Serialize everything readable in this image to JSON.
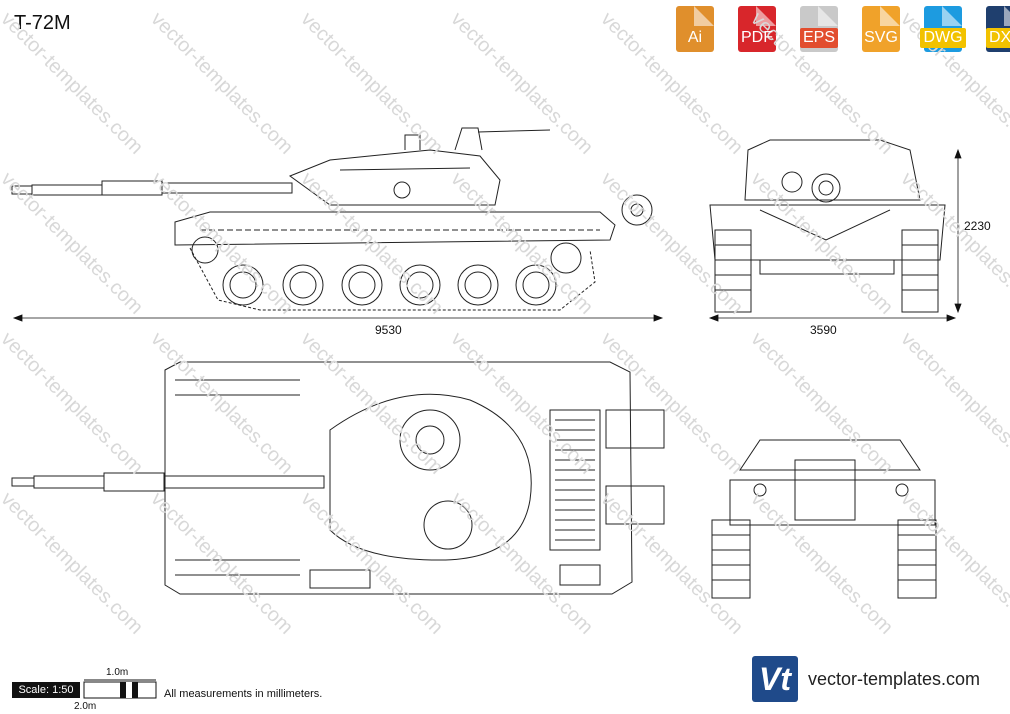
{
  "title": "T-72M",
  "formats": [
    {
      "label": "Ai",
      "color": "#e08f2c"
    },
    {
      "label": "PDF",
      "color": "#d8262b"
    },
    {
      "label": "EPS",
      "color": "#c9c9c9"
    },
    {
      "label": "SVG",
      "color": "#f0a22a"
    },
    {
      "label": "DWG",
      "color": "#1d9be0"
    },
    {
      "label": "DXF",
      "color": "#1f3f6e"
    }
  ],
  "dimensions": {
    "length": "9530",
    "width": "3590",
    "height": "2230"
  },
  "scale": {
    "label": "Scale: 1:50",
    "one_m": "1.0m",
    "two_m": "2.0m"
  },
  "note": "All measurements in millimeters.",
  "brand": {
    "logo_text": "Vt",
    "site": "vector-templates.com"
  },
  "watermark": "vector-templates.com"
}
